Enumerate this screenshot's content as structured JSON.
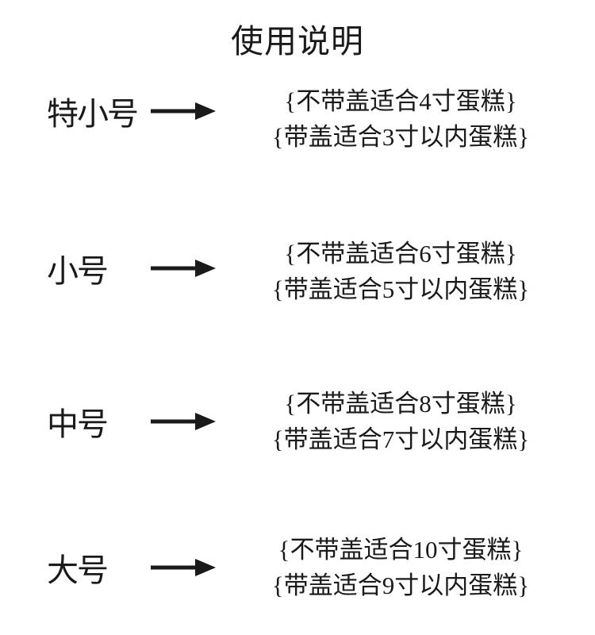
{
  "page": {
    "title": "使用说明"
  },
  "colors": {
    "text": "#1a1a1a",
    "background": "#ffffff",
    "arrow": "#1a1a1a"
  },
  "icons": {
    "arrow": "right-arrow"
  },
  "rows": [
    {
      "label": "特小号",
      "line1": "{不带盖适合4寸蛋糕}",
      "line2": "{带盖适合3寸以内蛋糕}"
    },
    {
      "label": "小号",
      "line1": "{不带盖适合6寸蛋糕}",
      "line2": "{带盖适合5寸以内蛋糕}"
    },
    {
      "label": "中号",
      "line1": "{不带盖适合8寸蛋糕}",
      "line2": "{带盖适合7寸以内蛋糕}"
    },
    {
      "label": "大号",
      "line1": "{不带盖适合10寸蛋糕}",
      "line2": "{带盖适合9寸以内蛋糕}"
    }
  ]
}
